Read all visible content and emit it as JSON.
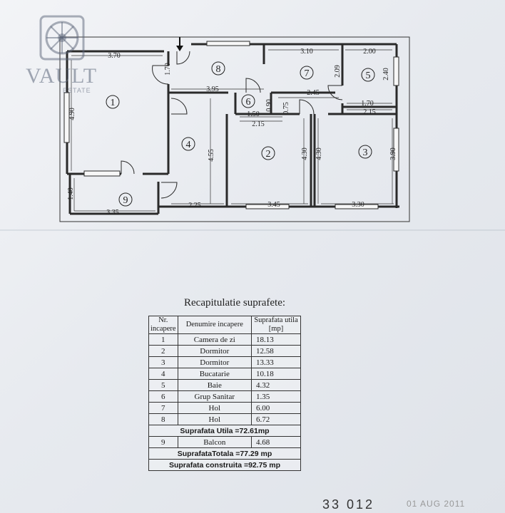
{
  "logo": {
    "word": "VAULT",
    "sub": "ESTATE"
  },
  "plan": {
    "rooms": [
      "1",
      "2",
      "3",
      "4",
      "5",
      "6",
      "7",
      "8",
      "9"
    ],
    "dims": {
      "d370": "3.70",
      "d170a": "1.70",
      "d310": "3.10",
      "d200": "2.00",
      "d395": "3.95",
      "d209": "2.09",
      "d240": "2.40",
      "d490": "4.90",
      "d245": "2.45",
      "d090": "0.90",
      "d075": "0.75",
      "d150": "1.50",
      "d215a": "2.15",
      "d215b": "2.15",
      "d170b": "1.70",
      "d455": "4.55",
      "d430a": "4.30",
      "d430b": "4.30",
      "d390": "3.90",
      "d140": "1.40",
      "d335": "3.35",
      "d225": "2.25",
      "d345": "3.45",
      "d330": "3.30"
    }
  },
  "recap": {
    "title": "Recapitulatie suprafete:",
    "headers": {
      "nr": "Nr. incapere",
      "name": "Denumire incapere",
      "area": "Suprafata utila [mp]"
    },
    "rows": [
      {
        "nr": "1",
        "name": "Camera de zi",
        "area": "18.13"
      },
      {
        "nr": "2",
        "name": "Dormitor",
        "area": "12.58"
      },
      {
        "nr": "3",
        "name": "Dormitor",
        "area": "13.33"
      },
      {
        "nr": "4",
        "name": "Bucatarie",
        "area": "10.18"
      },
      {
        "nr": "5",
        "name": "Baie",
        "area": "4.32"
      },
      {
        "nr": "6",
        "name": "Grup Sanitar",
        "area": "1.35"
      },
      {
        "nr": "7",
        "name": "Hol",
        "area": "6.00"
      },
      {
        "nr": "8",
        "name": "Hol",
        "area": "6.72"
      }
    ],
    "utila": "Suprafata Utila =72.61mp",
    "balcon": {
      "nr": "9",
      "name": "Balcon",
      "area": "4.68"
    },
    "totala": "SuprafataTotala =77.29 mp",
    "construita": "Suprafata construita =92.75 mp"
  },
  "stamp": {
    "number": "33 012",
    "date": "01 AUG 2011"
  }
}
